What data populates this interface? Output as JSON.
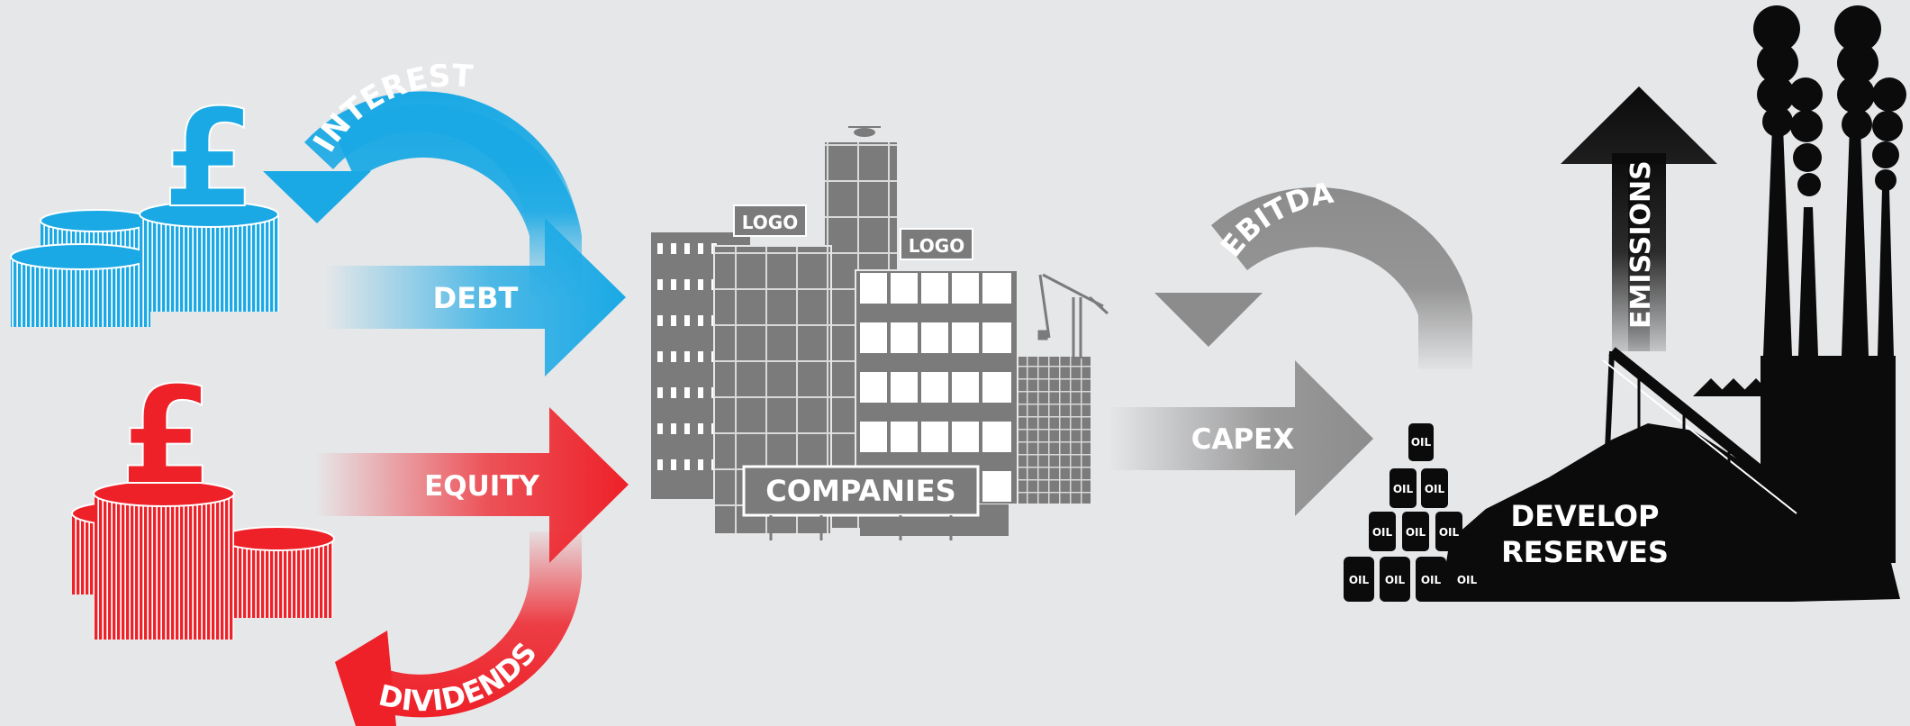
{
  "labels": {
    "interest": "INTEREST",
    "debt": "DEBT",
    "equity": "EQUITY",
    "dividends": "DIVIDENDS",
    "companies": "COMPANIES",
    "logo_left": "LOGO",
    "logo_right": "LOGO",
    "ebitda": "EBITDA",
    "capex": "CAPEX",
    "emissions": "EMISSIONS",
    "develop": "DEVELOP",
    "reserves": "RESERVES",
    "oil": "OIL",
    "pound_symbol": "£"
  },
  "colors": {
    "background": "#e6e7e9",
    "debt_blue": "#1aa9e5",
    "equity_red": "#ee2028",
    "building_grey": "#7b7b7b",
    "capex_grey": "#8c8c8c",
    "reserves_black": "#0b0b0b"
  },
  "icons": [
    "pound-sign-icon",
    "coin-stack-icon",
    "office-building-icon",
    "crane-icon",
    "oil-barrel-icon",
    "smokestack-icon",
    "conveyor-icon"
  ]
}
